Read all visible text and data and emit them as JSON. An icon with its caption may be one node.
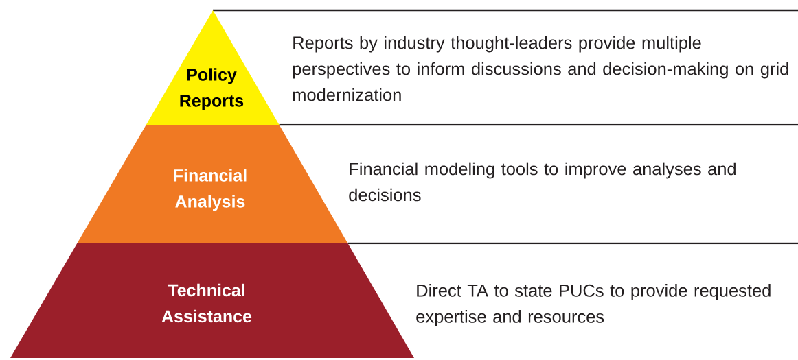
{
  "diagram": {
    "nodes": [
      {
        "text": [
          "Policy Reports"
        ],
        "beside": [
          "Reports by industry thought-leaders provide multiple perspectives to inform discussions and decision-making on grid modernization"
        ]
      },
      {
        "text": [
          "Financial Analysis"
        ],
        "beside": [
          "Financial modeling tools to improve analyses and decisions"
        ]
      },
      {
        "text": [
          "Technical Assistance"
        ],
        "beside": [
          "Direct TA to state PUCs to provide requested expertise and resources"
        ]
      }
    ]
  }
}
